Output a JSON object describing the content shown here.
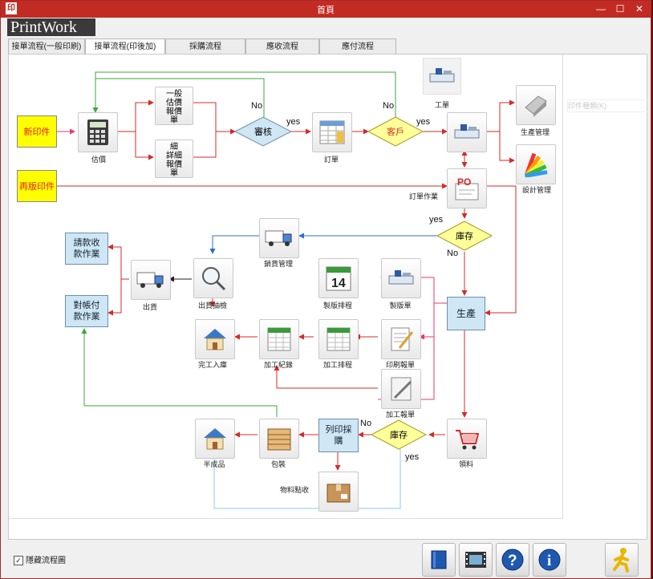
{
  "window": {
    "title": "首頁",
    "app_icon": "印",
    "minimize": "—",
    "maximize": "☐",
    "close": "✕"
  },
  "brand": "PrintWork",
  "tabs": [
    {
      "label": "接單流程(一般印刷)"
    },
    {
      "label": "接單流程(印後加)"
    },
    {
      "label": "採購流程"
    },
    {
      "label": "應收流程"
    },
    {
      "label": "應付流程"
    }
  ],
  "nodes": {
    "new_print": "新印件",
    "reprint": "再版印件",
    "quote": "估價",
    "normal_quote_top": "一般",
    "normal_quote": "估價報價單",
    "detail_quote_top": "細",
    "detail_quote": "詳細報價單",
    "review": "審核",
    "order": "訂單",
    "customer": "客戶",
    "work_order_top": "工單",
    "production_control": "生產管理",
    "color_management": "設計管理",
    "po_order": "訂單作業",
    "stock_top": "庫存",
    "shipping_mgmt": "銷貨管理",
    "billing_collect": "請款收款作業",
    "account_pay": "對帳付款作業",
    "shipment": "出貨",
    "ship_inspect": "出貨抽檢",
    "production_schedule": "製版排程",
    "plate_making": "製版單",
    "production": "生產",
    "finished_in": "完工入庫",
    "process_record": "加工紀錄",
    "process_schedule": "加工排程",
    "print_report": "印刷報單",
    "process_report": "加工報單",
    "stock_bottom": "庫存",
    "purchase_request": "列印採購",
    "picking": "領料",
    "packing": "包裝",
    "semi_stock": "半成品",
    "material_in": "物料點收",
    "calendar_day": "14"
  },
  "edge_labels": {
    "no": "No",
    "yes": "yes"
  },
  "colors": {
    "red_arrow": "#d42a2a",
    "pink_arrow": "#e83a6a",
    "green_arrow": "#3aa83a",
    "blue_arrow": "#2a6fd4",
    "yellow": "#ffff00",
    "decision_blue": "#cfe6f5",
    "decision_yellow": "#ffff99"
  },
  "footer": {
    "checkbox_label": "隱藏流程圖",
    "checked": true,
    "buttons": [
      "book-icon",
      "film-icon",
      "help-icon",
      "info-icon",
      "exit-icon"
    ]
  },
  "side_hint": "印件種類(K)"
}
